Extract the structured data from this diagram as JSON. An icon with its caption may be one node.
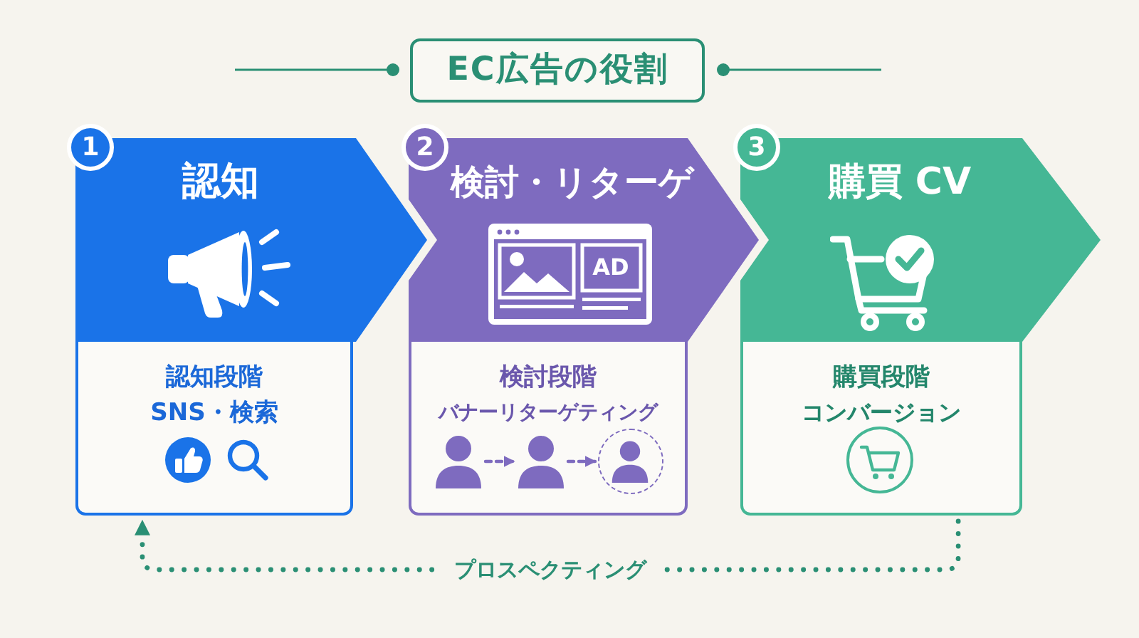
{
  "diagram": {
    "title": "EC広告の役割",
    "nodes": [
      {
        "text": [
          "1"
        ]
      },
      {
        "text": [
          "認知"
        ]
      },
      {
        "text": [
          "認知段階",
          "SNS・検索"
        ]
      },
      {
        "text": [
          "2"
        ]
      },
      {
        "text": [
          "検討・リターゲ"
        ]
      },
      {
        "text": [
          "検討段階",
          "バナーリターゲティング"
        ]
      },
      {
        "text": [],
        "shape": "person",
        "in": 5
      },
      {
        "text": [],
        "shape": "person",
        "in": 5
      },
      {
        "text": [],
        "shape": "circle",
        "in": 5
      },
      {
        "text": [],
        "shape": "person",
        "in": 8
      },
      {
        "text": [
          "3"
        ]
      },
      {
        "text": [
          "購買 CV"
        ]
      },
      {
        "text": [
          "購買段階",
          "コンバージョン"
        ]
      }
    ],
    "edges": [
      {
        "from": 6,
        "to": 7,
        "arrow": "to",
        "style": "dashed"
      },
      {
        "from": 7,
        "to": 8,
        "arrow": "to",
        "style": "dashed"
      },
      {
        "from": 12,
        "to": 2,
        "arrow": "to",
        "style": "dashed",
        "color": "#2a8f74",
        "label": "プロスペクティング"
      }
    ],
    "labels": [
      "AD"
    ]
  }
}
